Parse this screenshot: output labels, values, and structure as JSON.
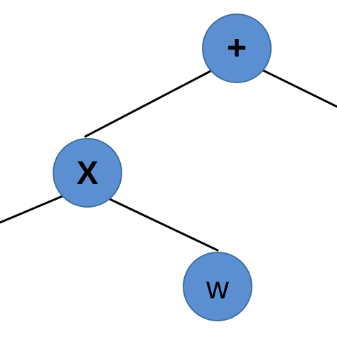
{
  "diagram": {
    "node_fill": "#5b8fd2",
    "node_stroke": "#41719c",
    "edge_color": "#000000",
    "nodes": [
      {
        "id": "plus",
        "label": "+"
      },
      {
        "id": "x",
        "label": "X"
      },
      {
        "id": "w",
        "label": "w"
      }
    ]
  }
}
